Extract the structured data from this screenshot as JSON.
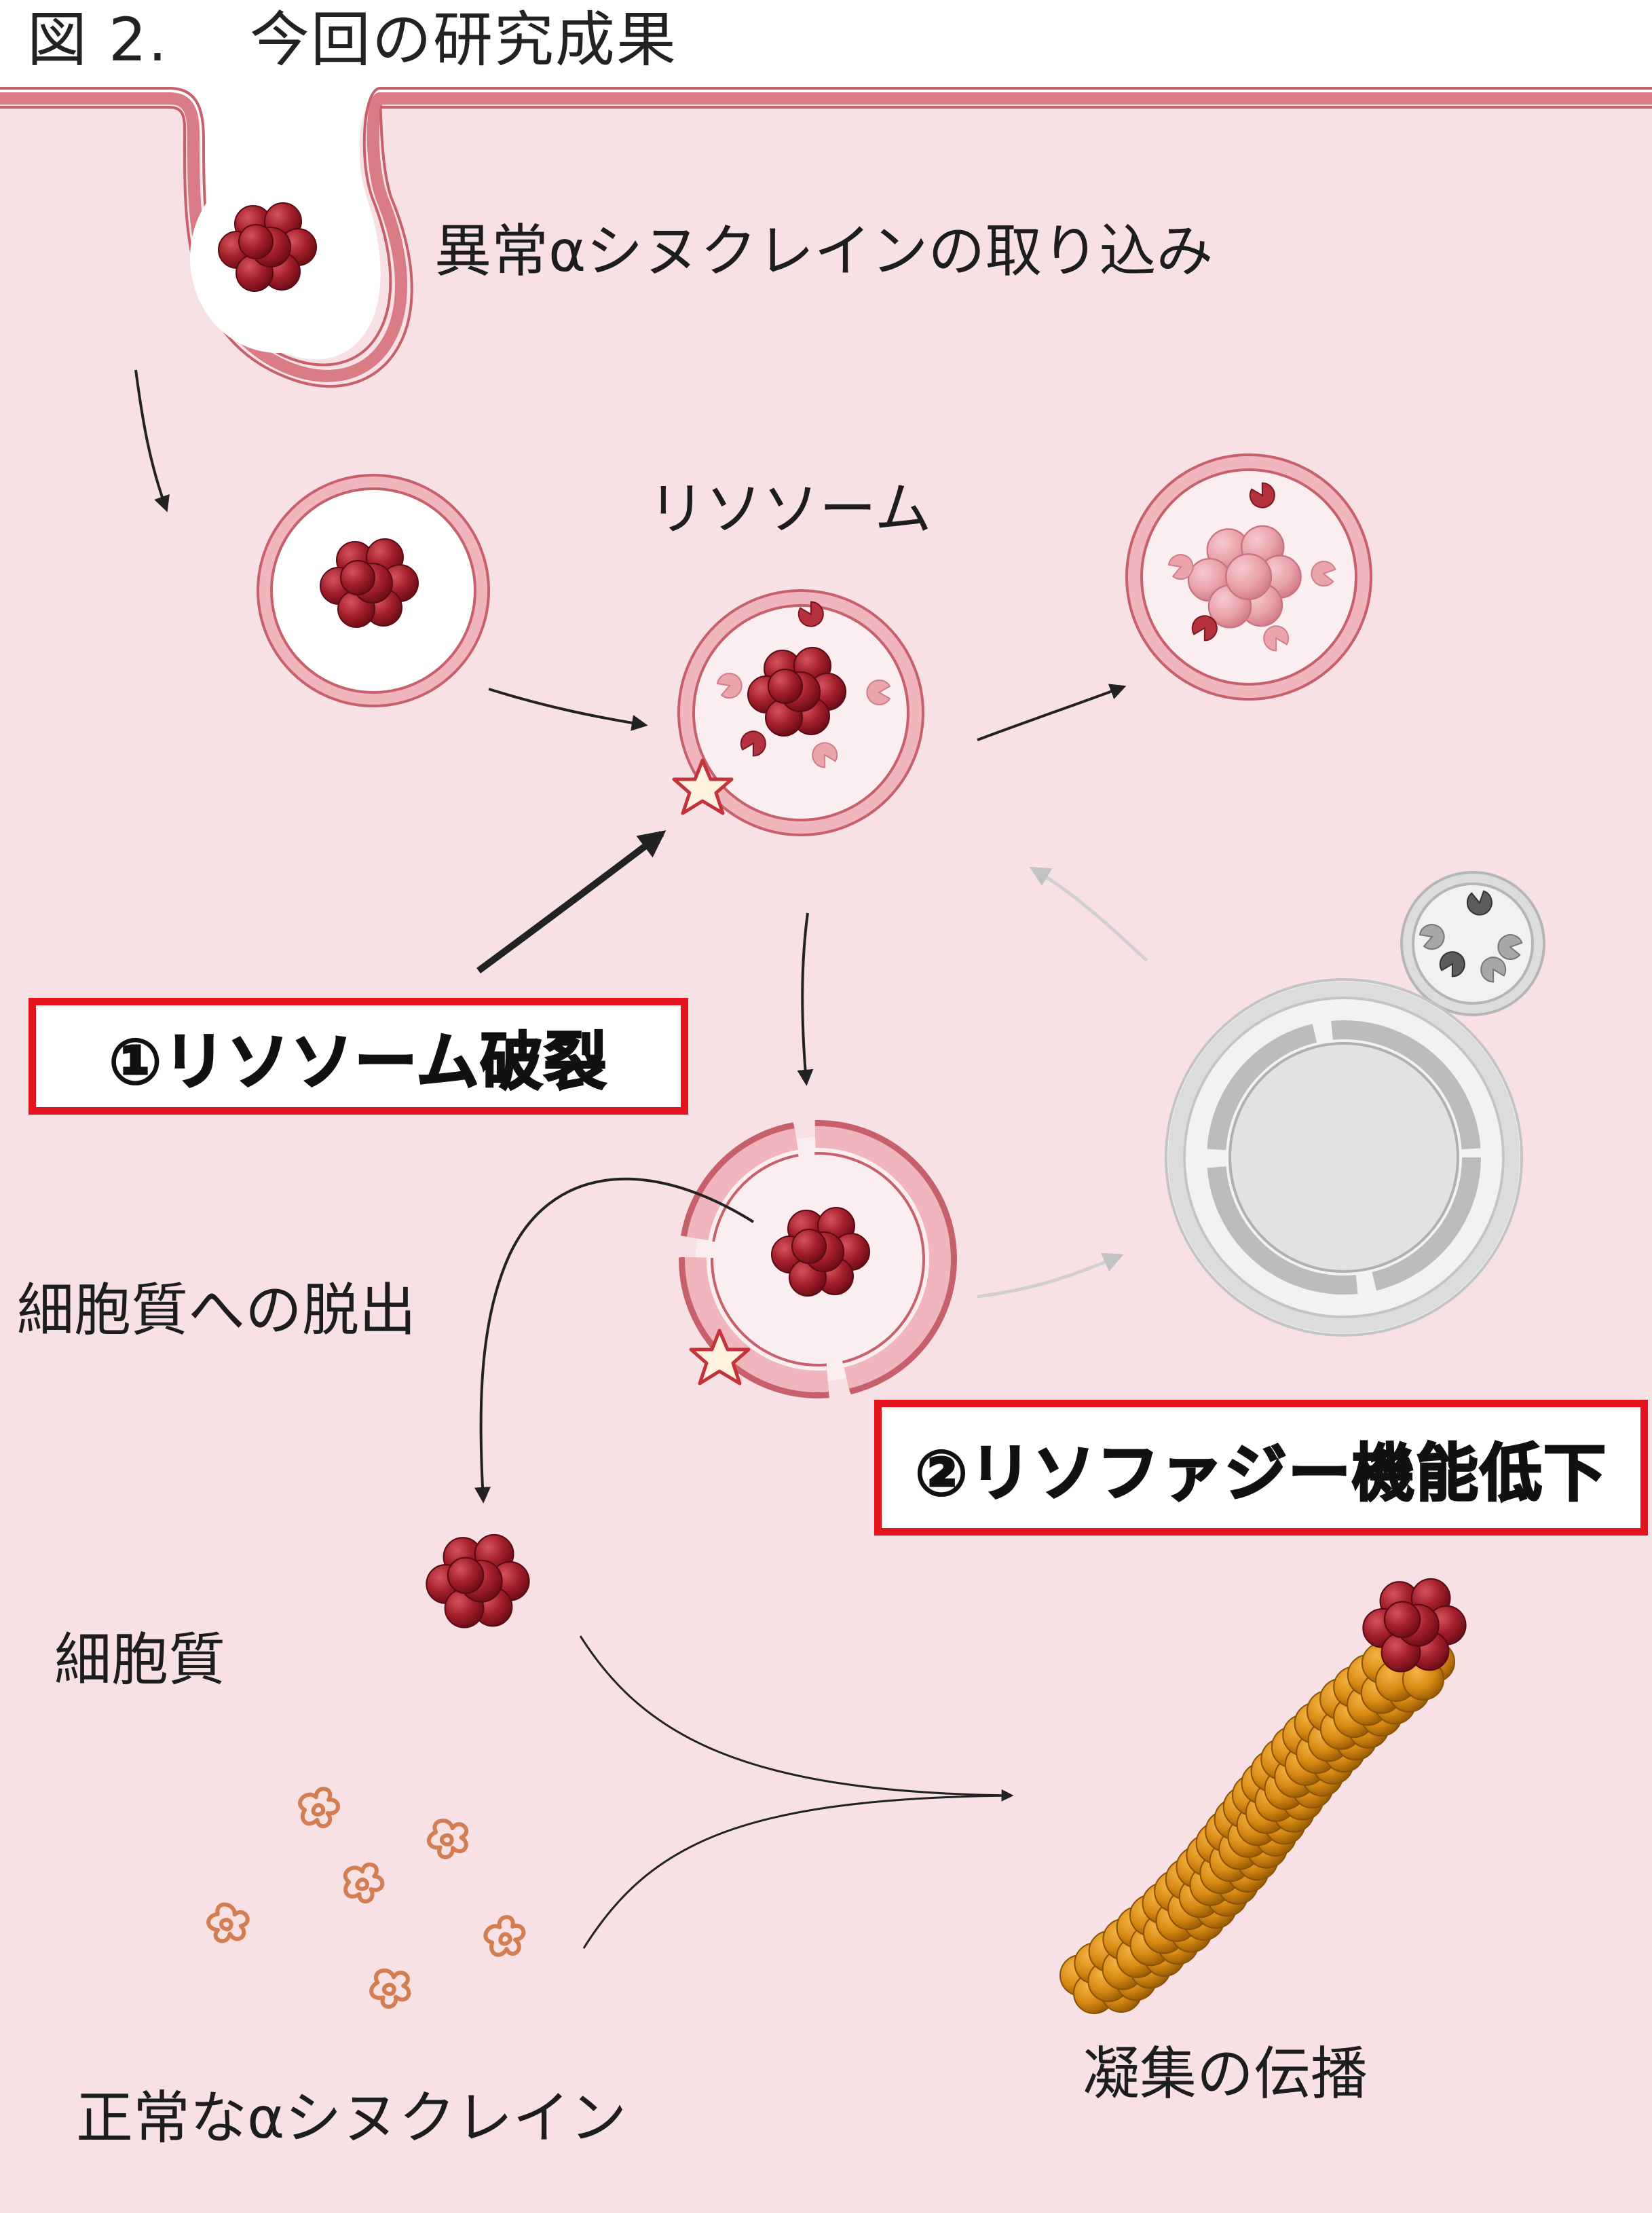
{
  "figure": {
    "title": "図 2.　 今回の研究成果"
  },
  "labels": {
    "uptake": "異常αシヌクレインの取り込み",
    "lysosome": "リソソーム",
    "cytosol_escape": "細胞質への脱出",
    "cytoplasm": "細胞質",
    "normal_synuclein": "正常なαシヌクレイン",
    "aggregate_propagation": "凝集の伝播"
  },
  "callouts": {
    "lysosome_rupture": "①リソソーム破裂",
    "lysophagy_decline": "②リソファジー機能低下"
  },
  "colors": {
    "cytoplasm_bg": "#f8e1e5",
    "membrane": "#d97c86",
    "membrane_dark": "#b85663",
    "aggregate": "#9a1b27",
    "fibril": "#d98812",
    "normal_protein": "#d37d52",
    "callout_border": "#e3141d",
    "damage_star": "#c4323a",
    "autophagosome": "#c9c9c9"
  },
  "icons": [
    "damage-star-icon",
    "enzyme-icon",
    "arrow-icon"
  ]
}
